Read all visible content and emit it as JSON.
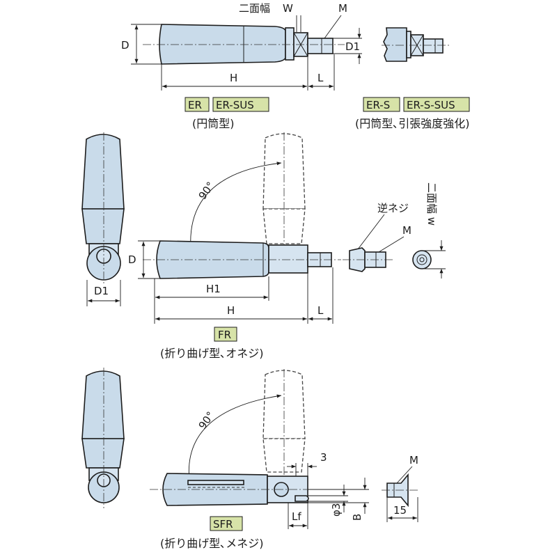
{
  "top_view": {
    "label_D": "D",
    "label_H": "H",
    "label_L": "L",
    "label_W_text": "二面幅",
    "label_W": "W",
    "label_M": "M",
    "label_D1": "D1",
    "tags_left": [
      "ER",
      "ER-SUS"
    ],
    "caption_left": "(円筒型)",
    "tags_right": [
      "ER-S",
      "ER-S-SUS"
    ],
    "caption_right": "(円筒型､引張強度強化)"
  },
  "middle_view": {
    "label_angle": "90°",
    "label_D": "D",
    "label_D1": "D1",
    "label_H1": "H1",
    "label_H": "H",
    "label_L": "L",
    "label_reverse_screw": "逆ネジ",
    "label_M": "M",
    "label_width_across": "二面幅 w",
    "tag": "FR",
    "caption": "(折り曲げ型､オネジ)"
  },
  "bottom_view": {
    "label_angle": "90°",
    "label_3": "3",
    "label_M": "M",
    "label_Lf": "Lf",
    "label_phi3": "φ3",
    "label_B": "B",
    "label_15": "15",
    "tag": "SFR",
    "caption": "(折り曲げ型､メネジ)"
  }
}
